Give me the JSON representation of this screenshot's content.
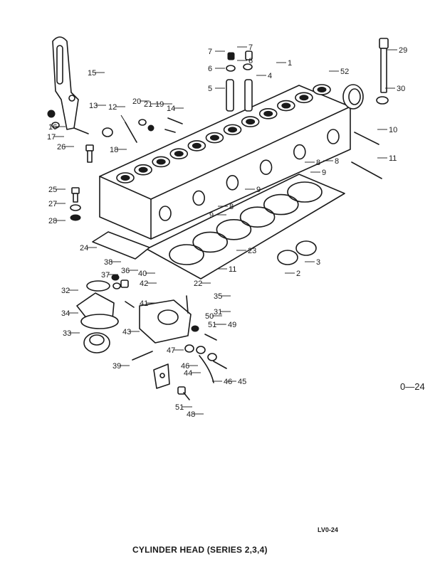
{
  "figure": {
    "number": "0—24",
    "code": "LV0-24",
    "caption": "CYLINDER HEAD (SERIES 2,3,4)"
  },
  "callouts": [
    "1",
    "2",
    "3",
    "4",
    "5",
    "6",
    "6",
    "7",
    "7",
    "8",
    "8",
    "8",
    "9",
    "9",
    "9",
    "10",
    "11",
    "11",
    "12",
    "13",
    "14",
    "15",
    "16",
    "17",
    "18",
    "19",
    "20",
    "21",
    "22",
    "23",
    "24",
    "25",
    "26",
    "27",
    "28",
    "29",
    "30",
    "31",
    "32",
    "33",
    "34",
    "35",
    "36",
    "37",
    "38",
    "39",
    "40",
    "41",
    "42",
    "43",
    "44",
    "45",
    "46",
    "46",
    "47",
    "48",
    "49",
    "50",
    "51",
    "51",
    "52"
  ]
}
